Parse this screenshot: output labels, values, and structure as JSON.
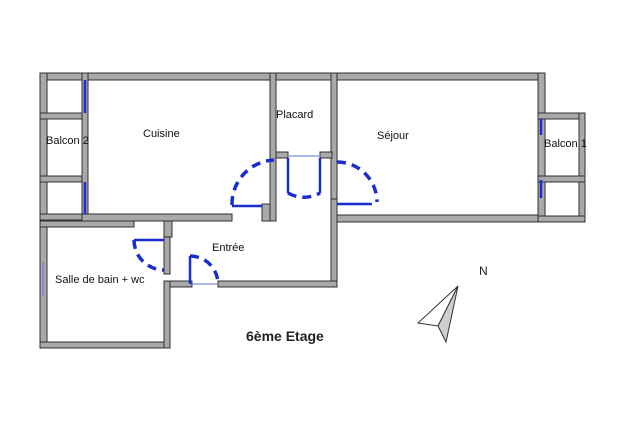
{
  "plan": {
    "floor_label": "6ème Etage",
    "north_label": "N",
    "rooms": {
      "cuisine": "Cuisine",
      "placard": "Placard",
      "sejour": "Séjour",
      "balcon1": "Balcon 1",
      "balcon2": "Balcon 2",
      "entree": "Entrée",
      "salle_de_bain": "Salle de bain + wc"
    }
  },
  "colors": {
    "wall_fill": "#a9a9a9",
    "wall_outline": "#303030",
    "door_and_window": "#1a2ed0",
    "background": "#ffffff"
  }
}
